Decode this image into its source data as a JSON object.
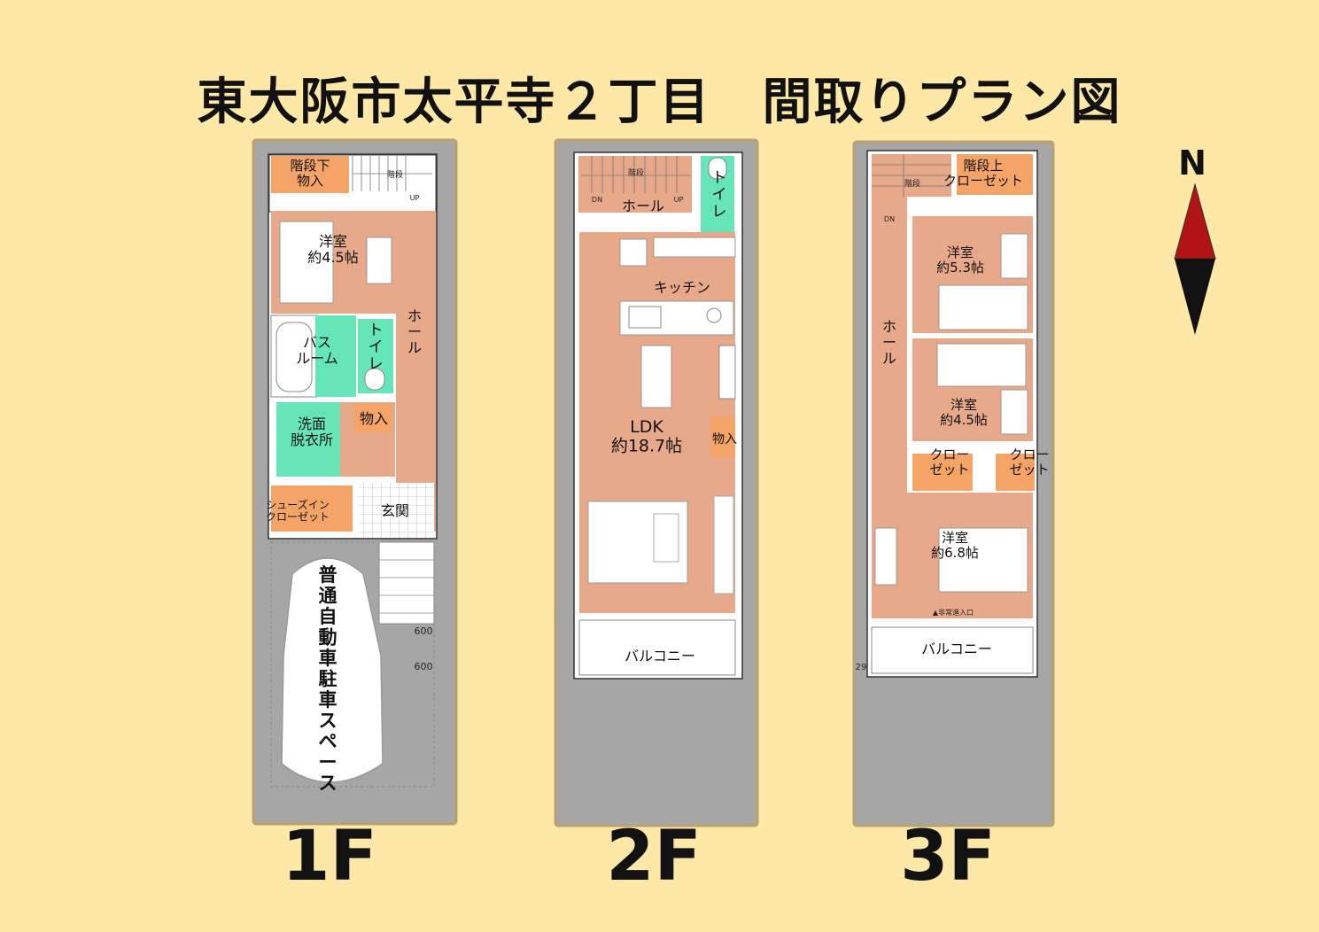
{
  "title": "東大阪市太平寺２丁目　間取りプラン図",
  "compass": {
    "north_label": "N"
  },
  "colors": {
    "background": "#fee8a8",
    "site": "#a6a6a6",
    "room": "#e8a98a",
    "closet": "#f5a468",
    "wet_area": "#66e6b8",
    "floor_white": "#ffffff"
  },
  "floors": {
    "f1": {
      "label": "1F",
      "rooms": {
        "stair_storage": "階段下\n物入",
        "stairs": "階段",
        "up": "UP",
        "western": "洋室\n約4.5帖",
        "hall": "ホ\nー\nル",
        "bath": "バス\nルーム",
        "toilet": "ト\nイ\nレ",
        "storage": "物入",
        "washroom": "洗面\n脱衣所",
        "shoe_closet": "シューズイン\nクローゼット",
        "entrance": "玄関",
        "parking": "普\n通\n自\n動\n車\n駐\n車\nス\nペ\nー\nス",
        "dim_a": "600",
        "dim_b": "600"
      }
    },
    "f2": {
      "label": "2F",
      "rooms": {
        "dn": "DN",
        "stairs": "階段",
        "up": "UP",
        "hall": "ホール",
        "toilet": "ト\nイ\nレ",
        "kitchen": "キッチン",
        "ldk": "LDK\n約18.7帖",
        "storage": "物入",
        "balcony": "バルコニー"
      }
    },
    "f3": {
      "label": "3F",
      "rooms": {
        "stairs": "階段",
        "dn": "DN",
        "stair_closet": "階段上\nクローゼット",
        "hall": "ホ\nー\nル",
        "western_a": "洋室\n約5.3帖",
        "western_b": "洋室\n約4.5帖",
        "closet_a": "クロー\nゼット",
        "closet_b": "クロー\nゼット",
        "western_c": "洋室\n約6.8帖",
        "emergency": "▲非常進入口",
        "balcony": "バルコニー",
        "dim": "29"
      }
    }
  }
}
